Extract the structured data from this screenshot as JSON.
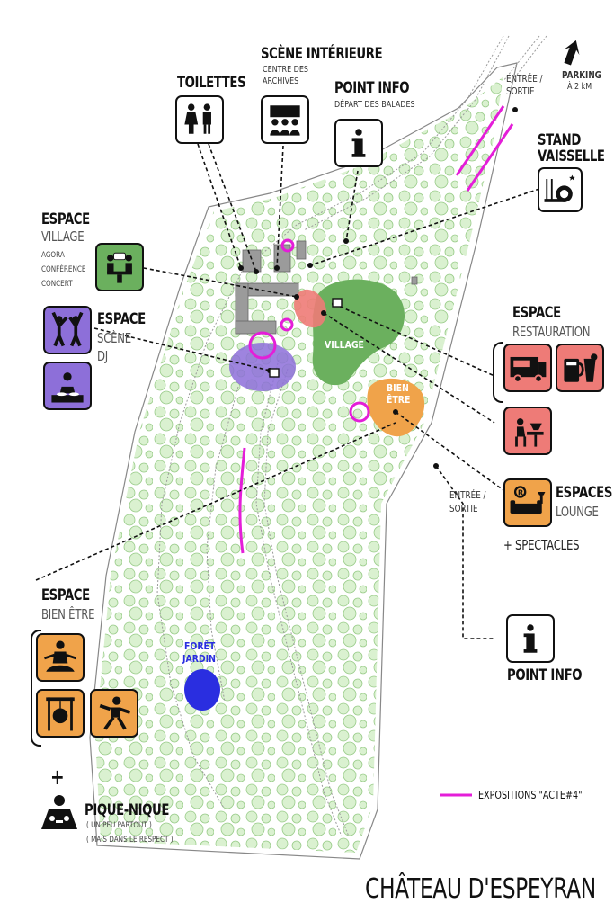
{
  "labels": {
    "toilettes": "TOILETTES",
    "scene_interieure": "SCÈNE INTÉRIEURE",
    "centre_archives_1": "CENTRE DES",
    "centre_archives_2": "ARCHIVES",
    "point_info_top": "POINT INFO",
    "depart_balades": "DÉPART DES BALADES",
    "entree_sortie_top_1": "ENTRÉE /",
    "entree_sortie_top_2": "SORTIE",
    "parking": "PARKING",
    "parking_distance": "À 2 kM",
    "stand_vaisselle_1": "STAND",
    "stand_vaisselle_2": "VAISSELLE",
    "espace_village_1": "ESPACE",
    "espace_village_2": "VILLAGE",
    "agora": "AGORA",
    "conference": "CONFÉRENCE",
    "concert": "CONCERT",
    "espace_scene_1": "ESPACE",
    "espace_scene_2": "SCÈNE",
    "espace_scene_3": "DJ",
    "espace_resto_1": "ESPACE",
    "espace_resto_2": "RESTAURATION",
    "village_area": "VILLAGE",
    "bien_etre_area_1": "BIEN",
    "bien_etre_area_2": "ÊTRE",
    "entree_sortie_mid_1": "ENTRÉE /",
    "entree_sortie_mid_2": "SORTIE",
    "espaces_lounge_1": "ESPACES",
    "espaces_lounge_2": "LOUNGE",
    "spectacles": "+ SPECTACLES",
    "espace_bien_etre_1": "ESPACE",
    "espace_bien_etre_2": "BIEN ÊTRE",
    "point_info_bottom": "POINT INFO",
    "foret_jardin_1": "FORÊT",
    "foret_jardin_2": "JARDIN",
    "plus": "+",
    "pique_nique": "PIQUE-NIQUE",
    "un_peu_partout": "( UN PEU PARTOUT )",
    "mais_respect": "( MAIS DANS LE RESPECT )",
    "legend_expositions": "EXPOSITIONS \"ACTE#4\"",
    "title": "CHÂTEAU D'ESPEYRAN"
  },
  "colors": {
    "village_green": "#6bb05e",
    "scene_purple": "#8d6fd9",
    "restauration_salmon": "#ee7b77",
    "bien_etre_orange": "#f0a34a",
    "expositions_magenta": "#e41ed8",
    "foret_blue": "#2a2ee0",
    "trees_green": "#b6dfa6"
  },
  "icons": [
    "toilets-icon",
    "audience-icon",
    "info-icon",
    "dishes-icon",
    "agora-icon",
    "dancers-icon",
    "dj-icon",
    "food-truck-icon",
    "drinks-icon",
    "dining-icon",
    "lounge-icon",
    "meditation-icon",
    "gong-icon",
    "tai-chi-icon",
    "picnic-icon",
    "parking-arrow-icon"
  ]
}
